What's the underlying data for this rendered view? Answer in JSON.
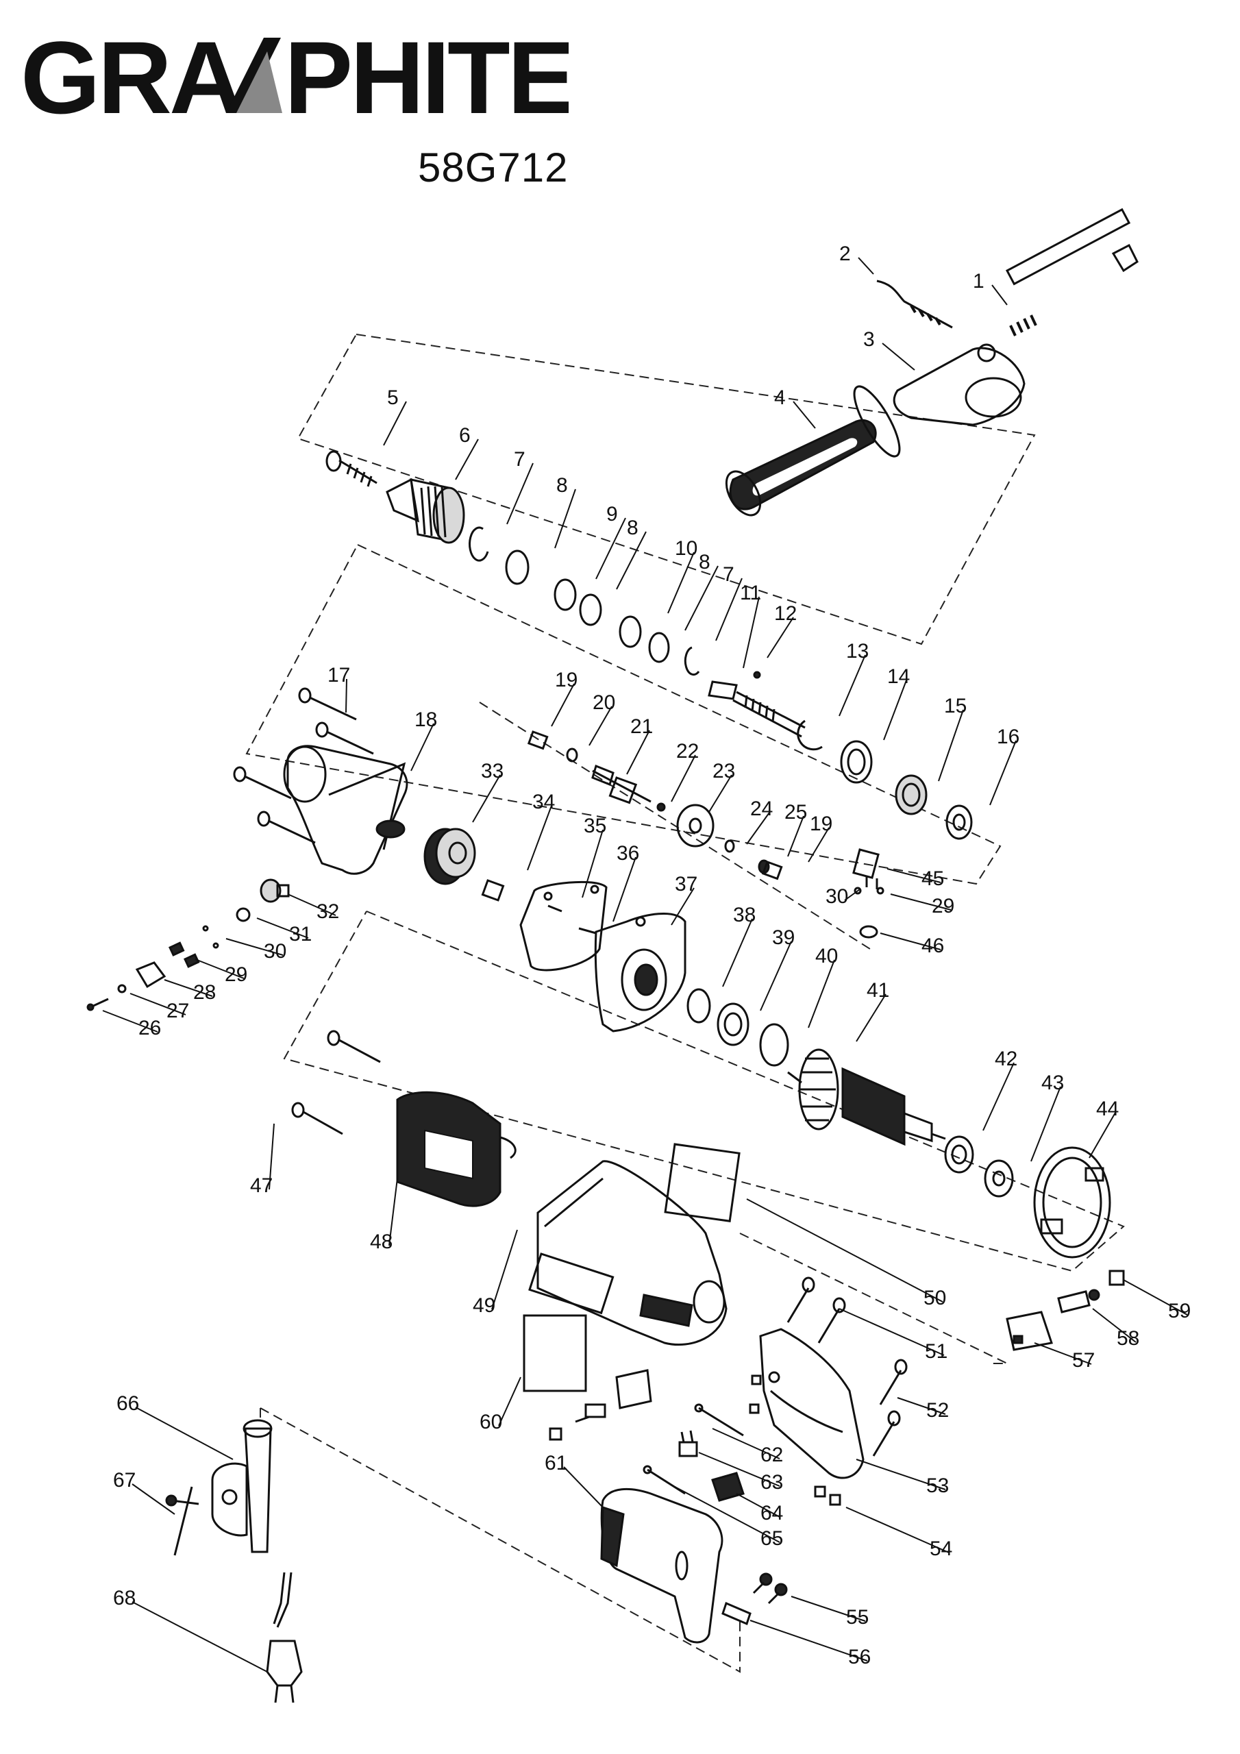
{
  "brand": {
    "name": "GRAPHITE"
  },
  "model": "58G712",
  "callouts": [
    "1",
    "2",
    "3",
    "4",
    "5",
    "6",
    "7",
    "8",
    "9",
    "8",
    "10",
    "8",
    "7",
    "11",
    "12",
    "13",
    "14",
    "15",
    "16",
    "17",
    "18",
    "19",
    "20",
    "21",
    "22",
    "23",
    "24",
    "25",
    "19",
    "30",
    "45",
    "29",
    "46",
    "33",
    "34",
    "35",
    "36",
    "37",
    "32",
    "31",
    "30",
    "29",
    "28",
    "27",
    "26",
    "38",
    "39",
    "40",
    "41",
    "42",
    "43",
    "44",
    "47",
    "48",
    "49",
    "50",
    "51",
    "52",
    "53",
    "54",
    "55",
    "56",
    "57",
    "58",
    "59",
    "60",
    "61",
    "62",
    "63",
    "64",
    "65",
    "66",
    "67",
    "68"
  ]
}
